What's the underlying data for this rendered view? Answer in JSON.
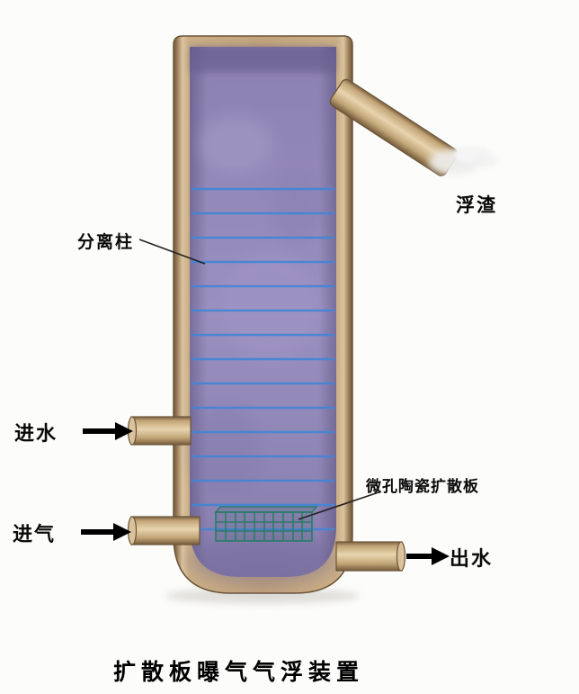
{
  "title": "扩散板曝气气浮装置",
  "labels": {
    "separation_column": "分离柱",
    "scum": "浮渣",
    "water_inlet": "进水",
    "air_inlet": "进气",
    "diffuser_plate": "微孔陶瓷扩散板",
    "water_outlet": "出水"
  },
  "colors": {
    "wall": "#c2a47a",
    "wall_edge": "#6f5638",
    "liquid": "#9a90c0",
    "bubble_line": "#4285d6",
    "diffuser_grid": "#1e7a5f",
    "arrow": "#000000",
    "background": "#fcfcfa"
  }
}
